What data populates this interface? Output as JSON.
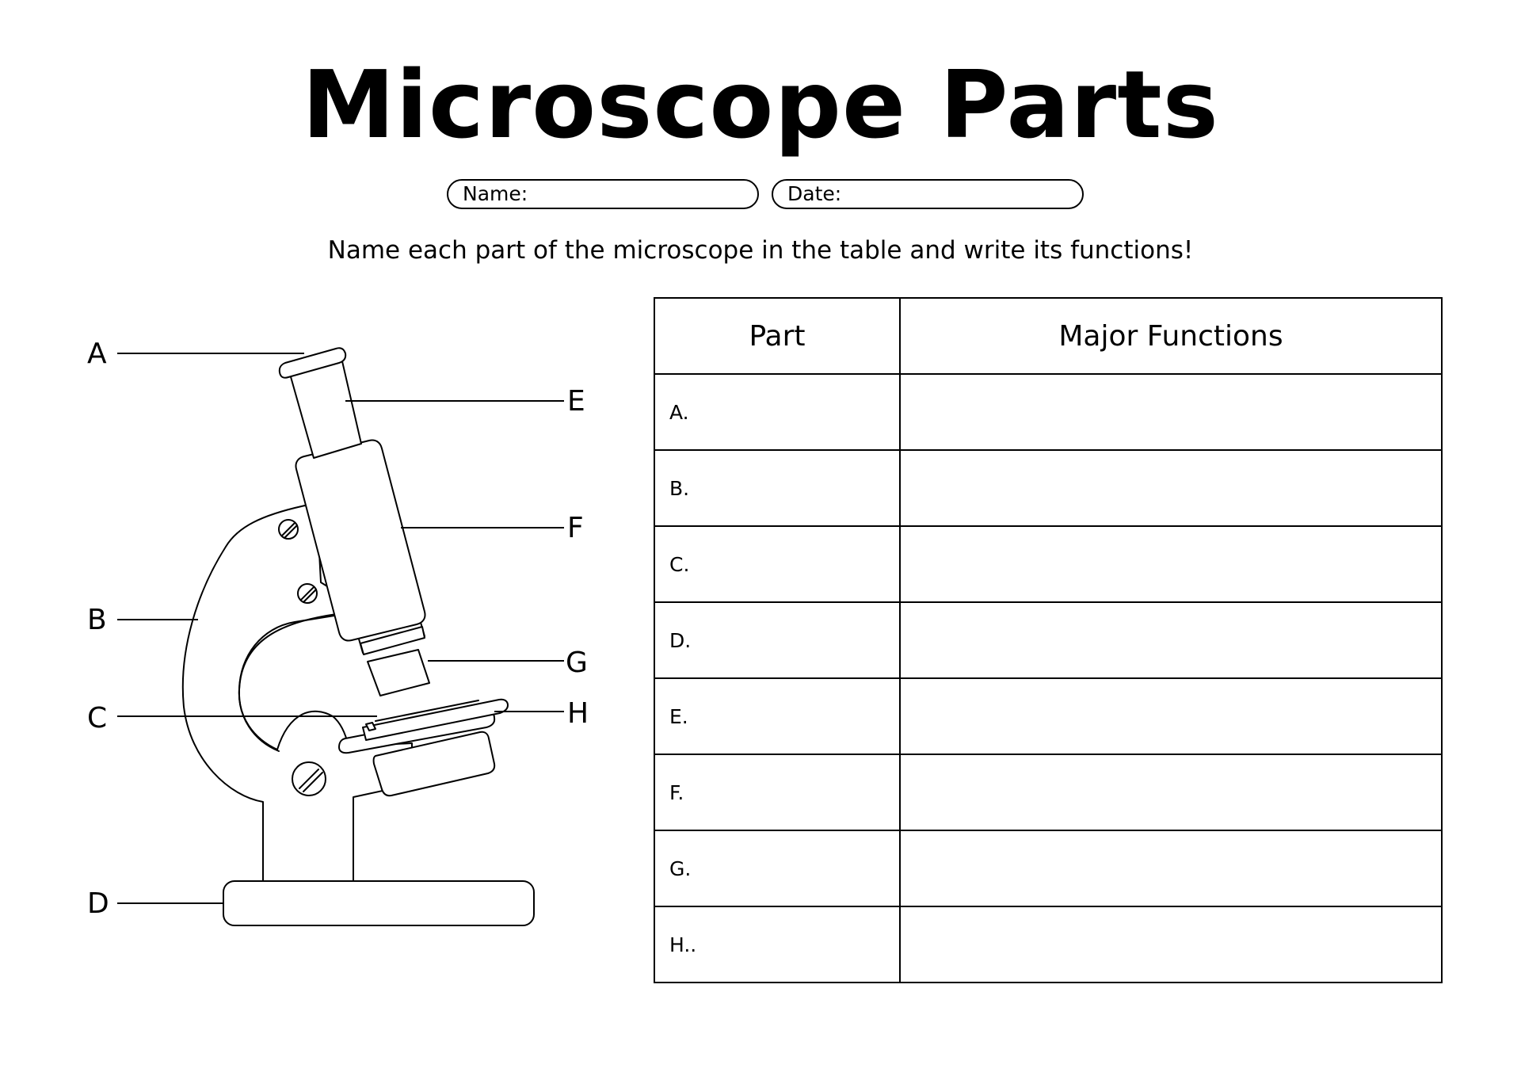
{
  "worksheet": {
    "title": "Microscope Parts",
    "name_label": "Name:",
    "date_label": "Date:",
    "instructions": "Name each part of the microscope in the table and write its functions!"
  },
  "diagram": {
    "callouts": [
      "A",
      "B",
      "C",
      "D",
      "E",
      "F",
      "G",
      "H"
    ]
  },
  "table": {
    "headers": [
      "Part",
      "Major Functions"
    ],
    "rows": [
      {
        "part": "A.",
        "function": ""
      },
      {
        "part": "B.",
        "function": ""
      },
      {
        "part": "C.",
        "function": ""
      },
      {
        "part": "D.",
        "function": ""
      },
      {
        "part": "E.",
        "function": ""
      },
      {
        "part": "F.",
        "function": ""
      },
      {
        "part": "G.",
        "function": ""
      },
      {
        "part": "H..",
        "function": ""
      }
    ]
  }
}
